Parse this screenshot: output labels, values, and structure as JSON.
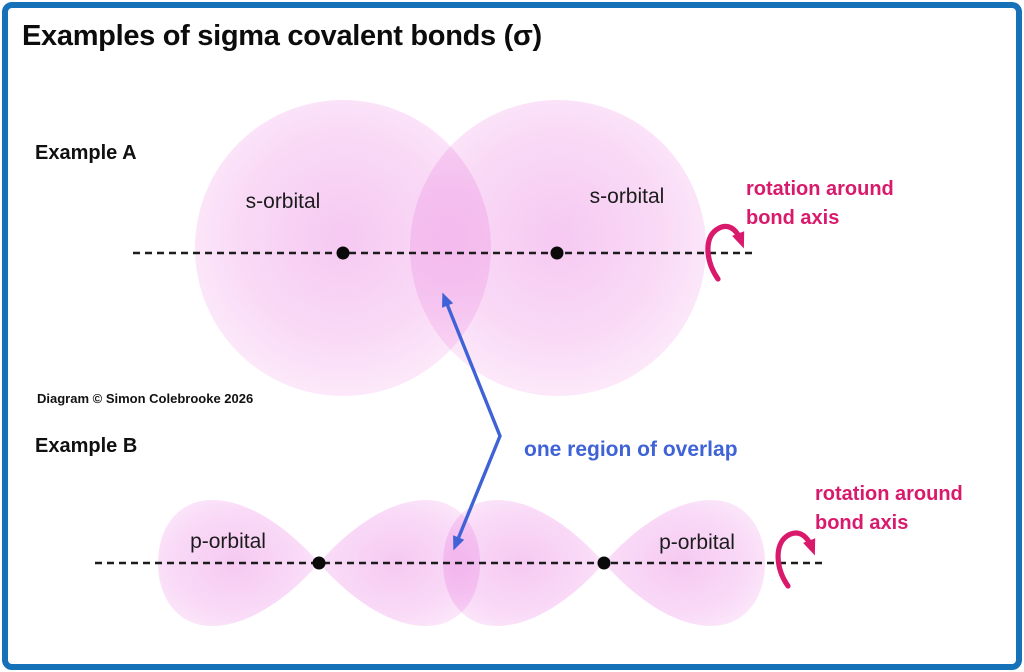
{
  "title": "Examples of sigma covalent bonds (σ)",
  "credit": "Diagram © Simon Colebrooke 2026",
  "overlap_note": "one region of overlap",
  "example_a": {
    "label": "Example A",
    "left_orbital_label": "s-orbital",
    "right_orbital_label": "s-orbital",
    "rotation_note": "rotation around bond axis"
  },
  "example_b": {
    "label": "Example B",
    "left_orbital_label": "p-orbital",
    "right_orbital_label": "p-orbital",
    "rotation_note": "rotation around bond axis"
  },
  "colors": {
    "frame_border": "#1571b8",
    "orbital_pink": "#f6c9f2",
    "overlap_pink": "#eeb2e9",
    "rotation_text_pink": "#d91a6c",
    "overlap_text_blue": "#3f63d6",
    "bond_axis_black": "#1c1c1c"
  }
}
